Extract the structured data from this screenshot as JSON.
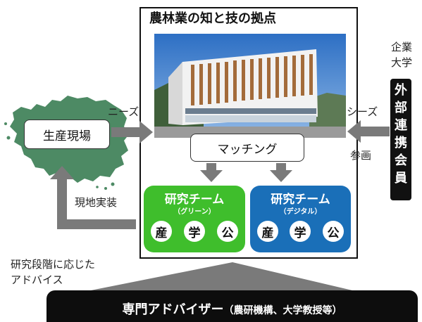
{
  "hub": {
    "title": "農林業の知と技の拠点"
  },
  "matching": {
    "label": "マッチング"
  },
  "teams": [
    {
      "title": "研究チーム",
      "subtitle": "（グリーン）",
      "color": "#3fbe2c",
      "members": [
        "産",
        "学",
        "公"
      ]
    },
    {
      "title": "研究チーム",
      "subtitle": "（デジタル）",
      "color": "#1a6fb8",
      "members": [
        "産",
        "学",
        "公"
      ]
    }
  ],
  "field": {
    "label": "生産現場",
    "map_color": "#4d8a64"
  },
  "labels": {
    "needs": "ニーズ",
    "seeds": "シーズ",
    "participation": "参画",
    "implementation": "現地実装",
    "advice_line1": "研究段階に応じた",
    "advice_line2": "アドバイス",
    "company": "企業",
    "university": "大学"
  },
  "external": {
    "chars": [
      "外",
      "部",
      "連",
      "携",
      "会",
      "員"
    ]
  },
  "advisor": {
    "main": "専門アドバイザー",
    "sub": "（農研機構、大学教授等）"
  },
  "colors": {
    "arrow": "#7a7a7a"
  }
}
